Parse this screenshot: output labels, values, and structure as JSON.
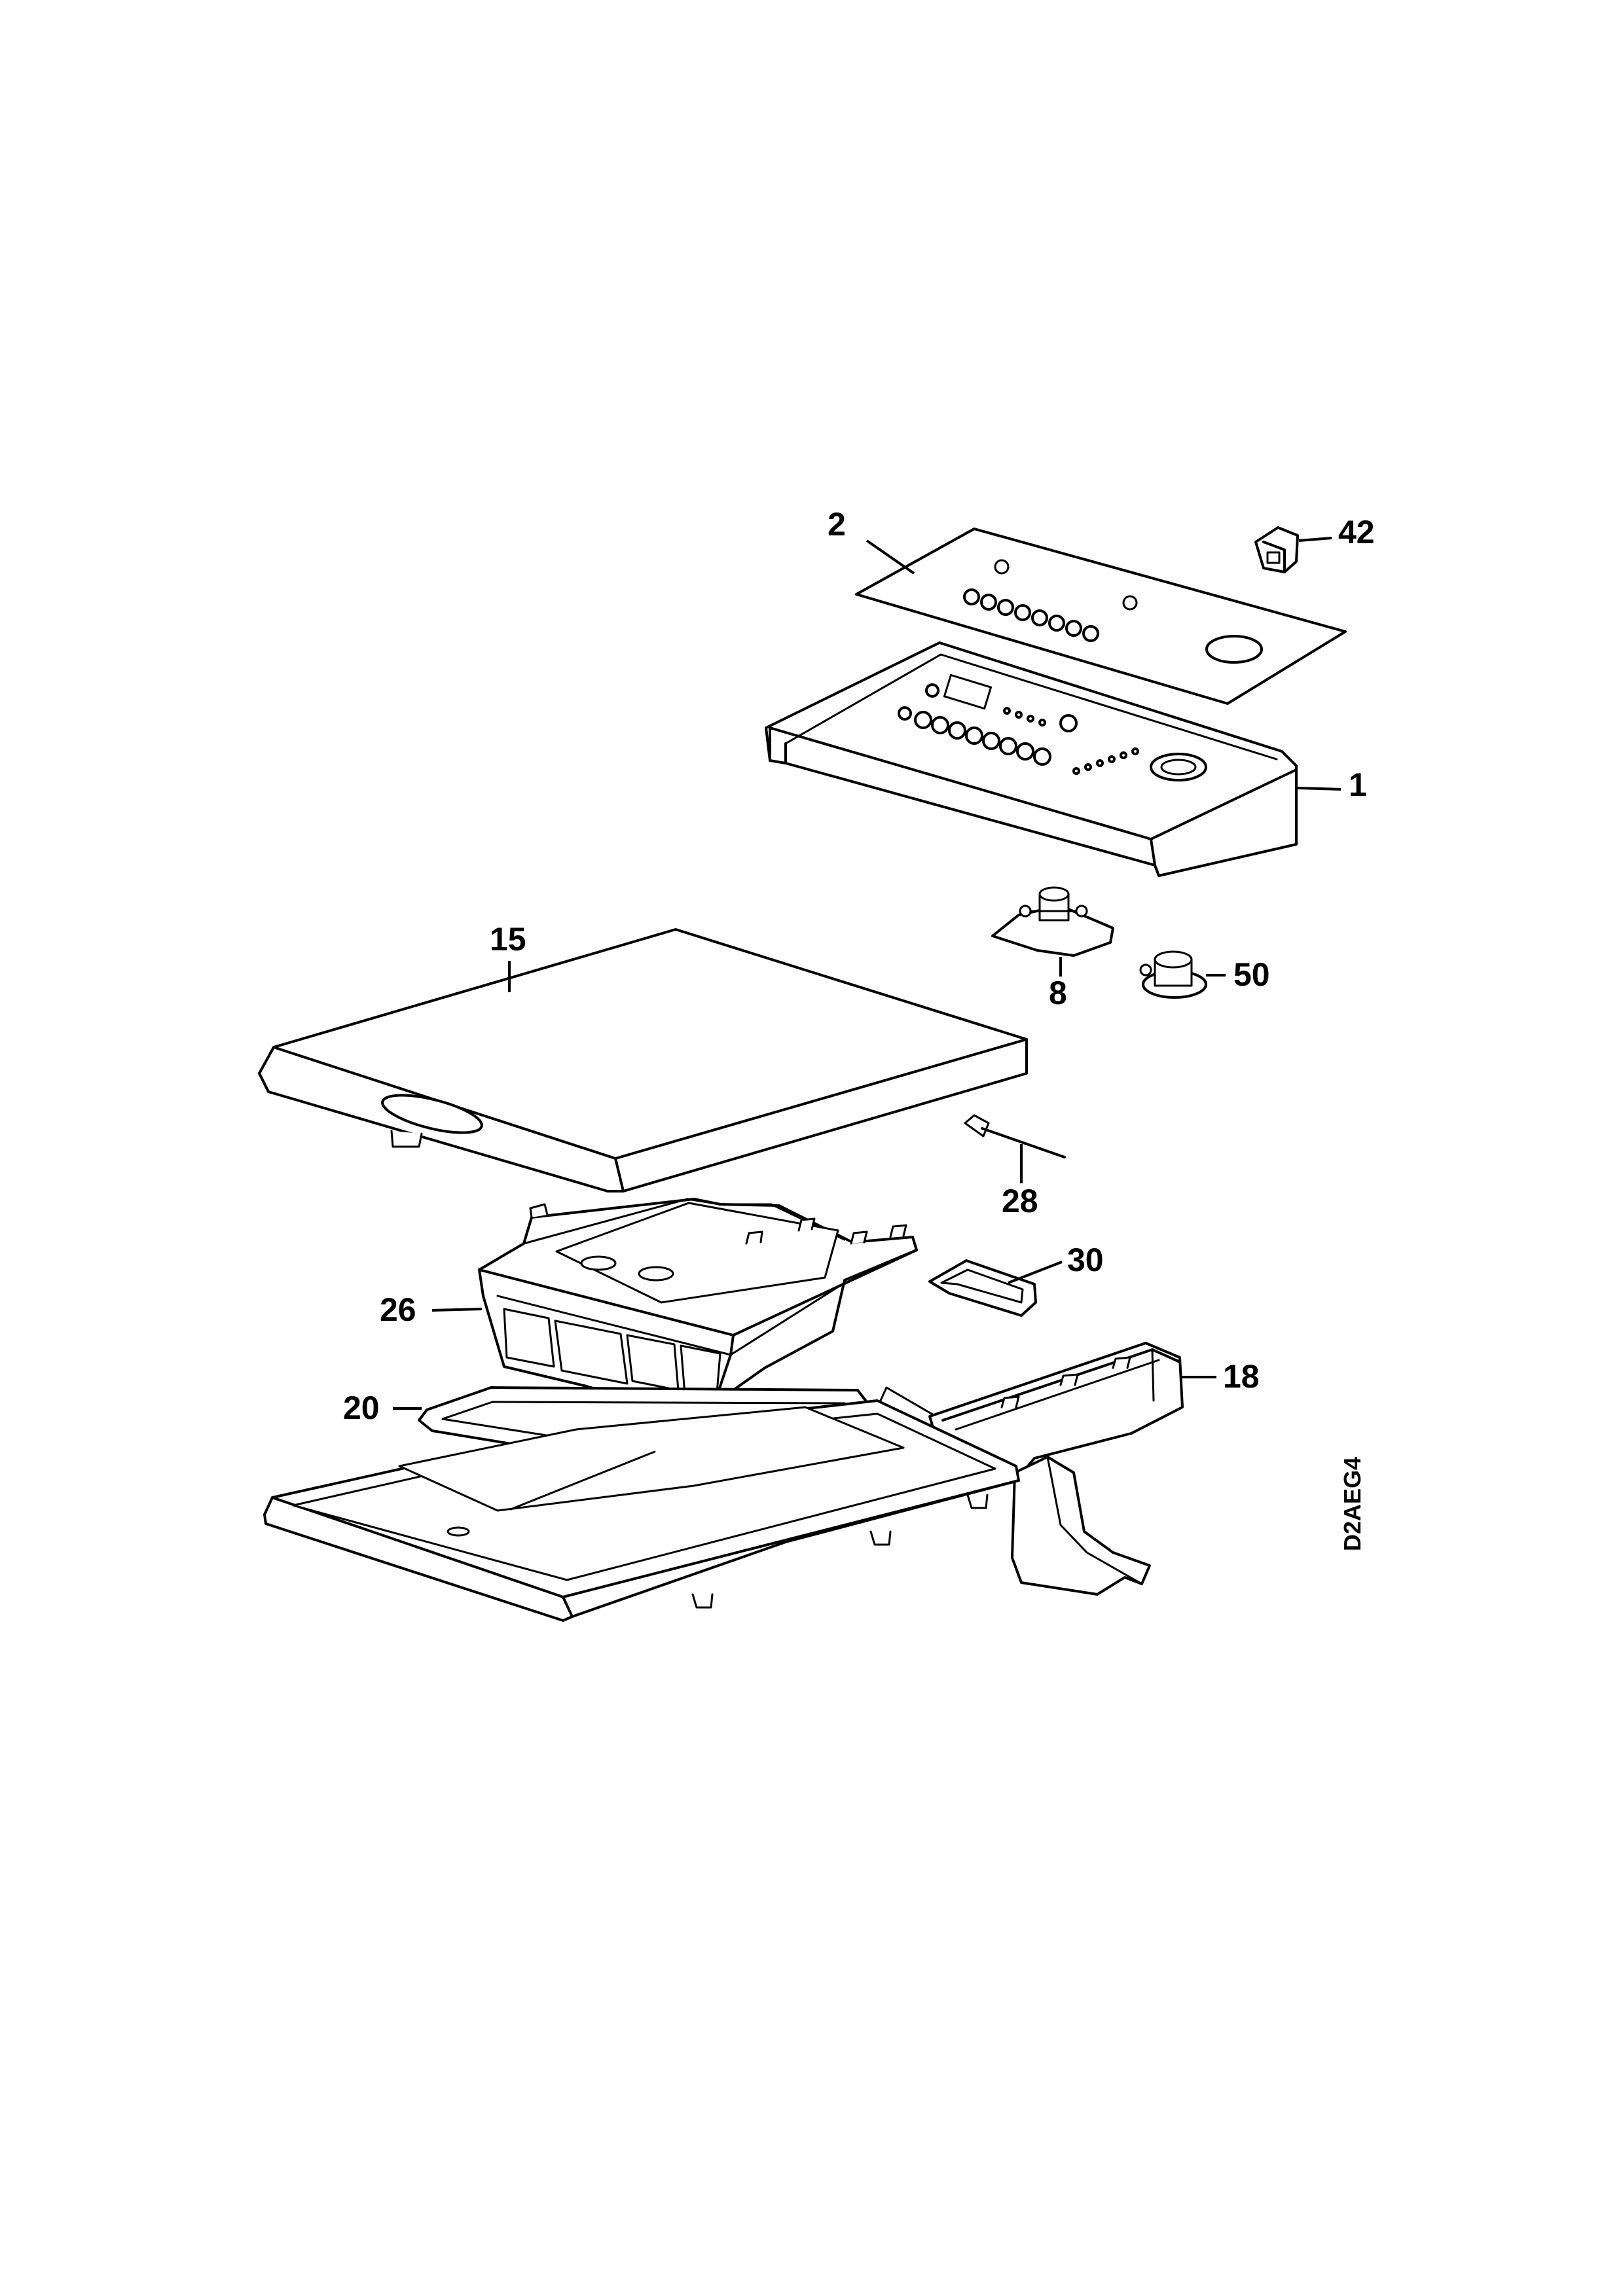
{
  "diagram": {
    "drawing_code": "D2AEG4",
    "callouts": [
      {
        "id": "2",
        "label": "2"
      },
      {
        "id": "42",
        "label": "42"
      },
      {
        "id": "1",
        "label": "1"
      },
      {
        "id": "15",
        "label": "15"
      },
      {
        "id": "8",
        "label": "8"
      },
      {
        "id": "50",
        "label": "50"
      },
      {
        "id": "28",
        "label": "28"
      },
      {
        "id": "26",
        "label": "26"
      },
      {
        "id": "30",
        "label": "30"
      },
      {
        "id": "18",
        "label": "18"
      },
      {
        "id": "20",
        "label": "20"
      }
    ]
  }
}
